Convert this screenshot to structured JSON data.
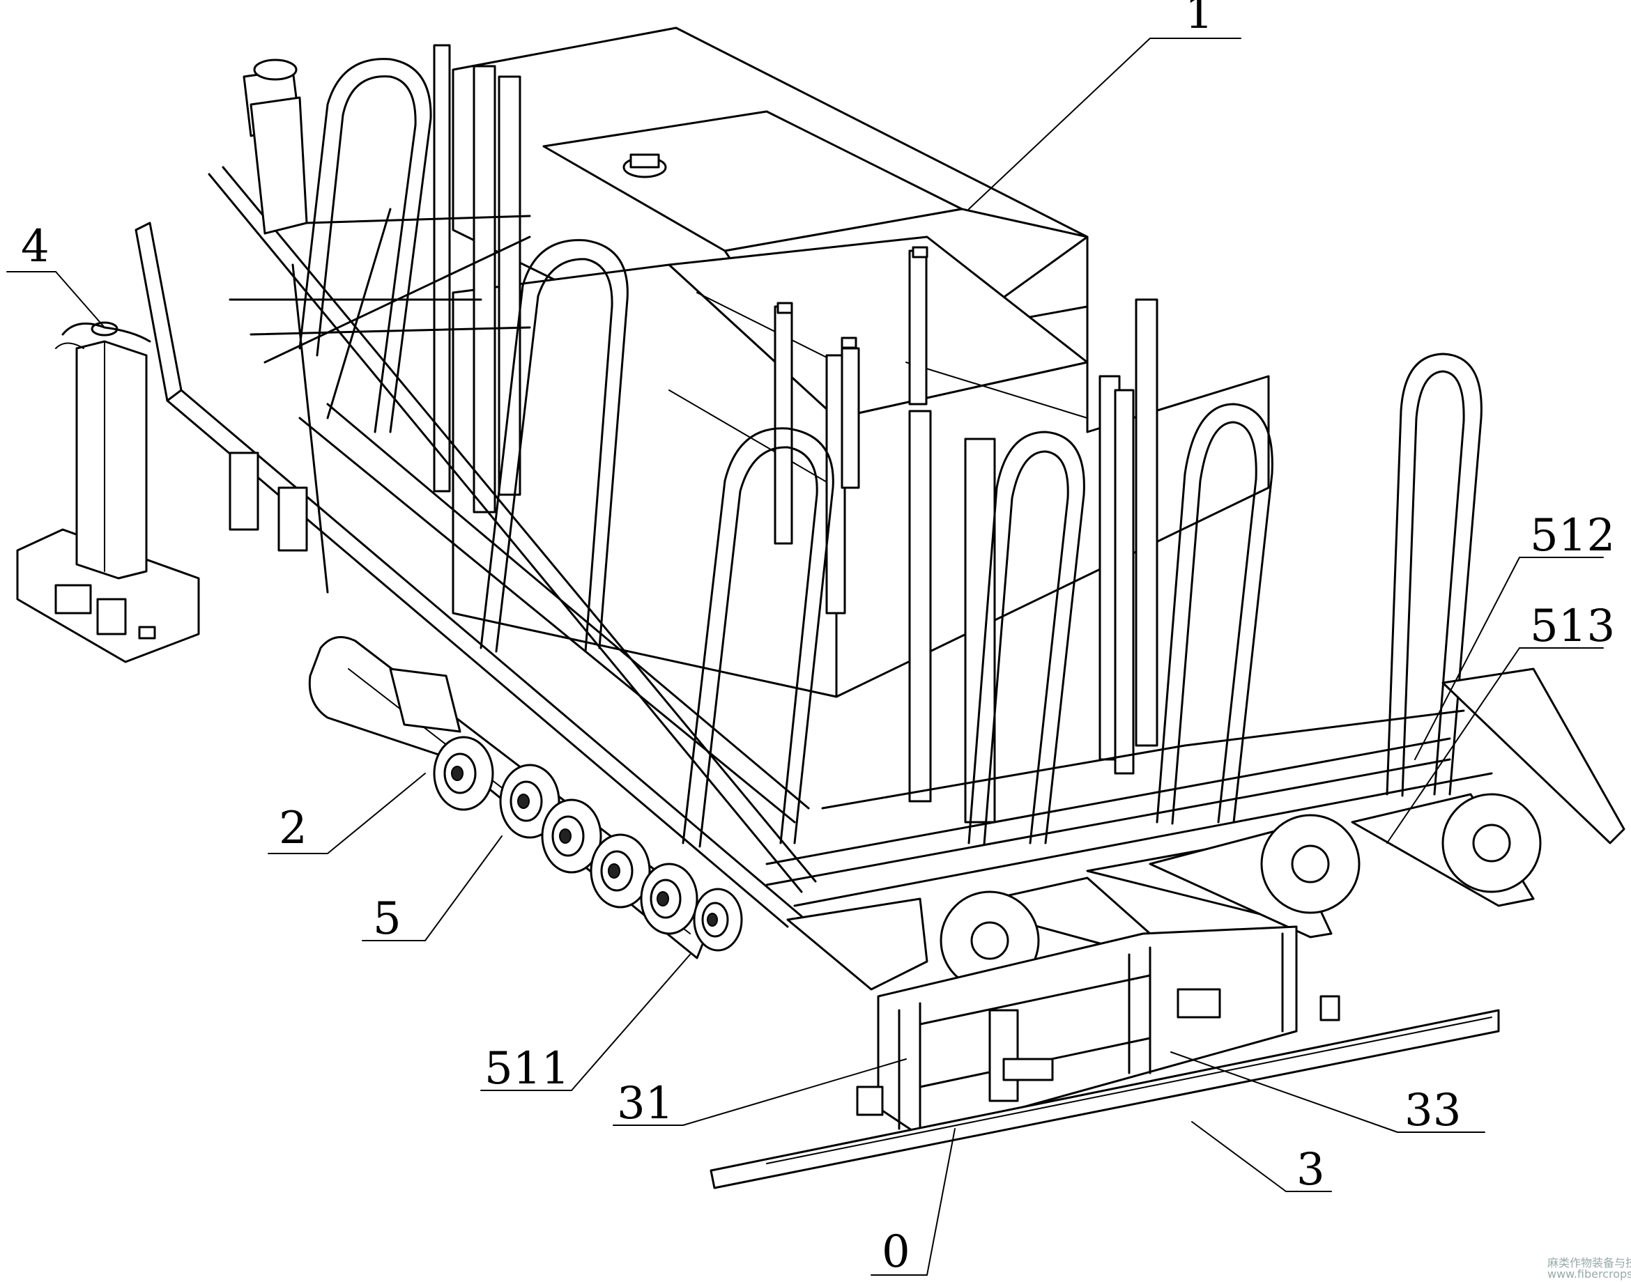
{
  "labels": [
    {
      "id": "1",
      "text": "1"
    },
    {
      "id": "2",
      "text": "2"
    },
    {
      "id": "3",
      "text": "3"
    },
    {
      "id": "4",
      "text": "4"
    },
    {
      "id": "5",
      "text": "5"
    },
    {
      "id": "0",
      "text": "0"
    },
    {
      "id": "31",
      "text": "31"
    },
    {
      "id": "33",
      "text": "33"
    },
    {
      "id": "511",
      "text": "511"
    },
    {
      "id": "512",
      "text": "512"
    },
    {
      "id": "513",
      "text": "513"
    }
  ],
  "watermark": {
    "line1": "麻类作物装备与技能网",
    "line2": "www.fibercrops.com"
  }
}
